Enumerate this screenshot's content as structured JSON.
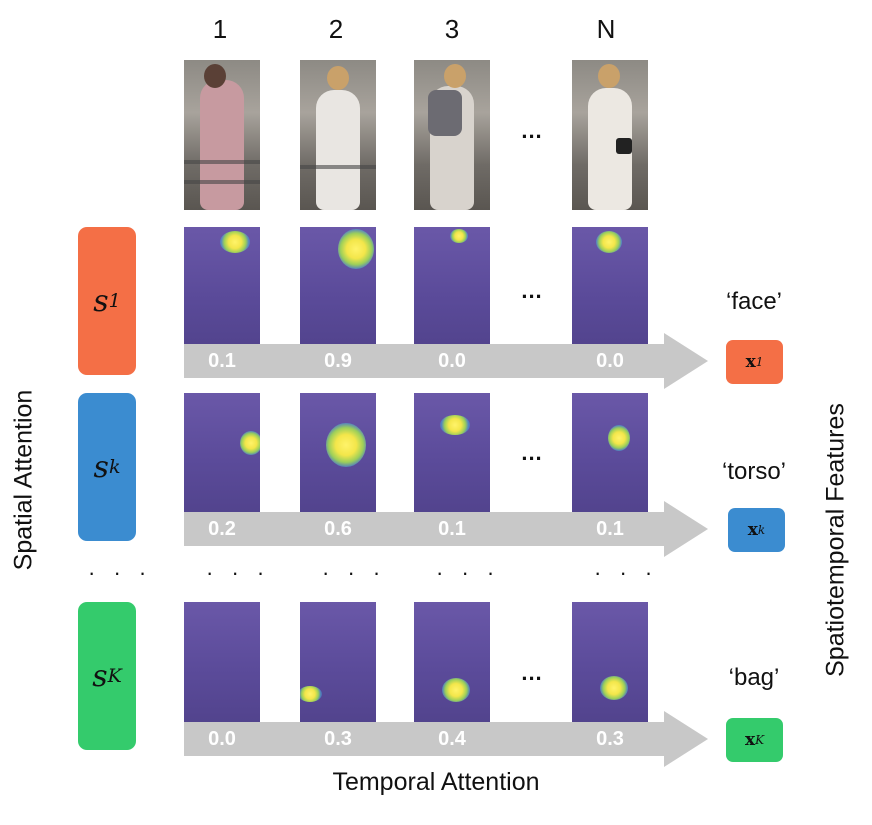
{
  "columns": [
    "1",
    "2",
    "3",
    "N"
  ],
  "row_ellipsis": "...",
  "frame_dots": "· · ·",
  "rows": [
    {
      "s_base": "s",
      "s_sub": "1",
      "feature_label": "‘face’",
      "x_base": "x",
      "x_sub": "1",
      "scores": [
        "0.1",
        "0.9",
        "0.0",
        "0.0"
      ],
      "color": "#F46F46"
    },
    {
      "s_base": "s",
      "s_sub": "k",
      "feature_label": "‘torso’",
      "x_base": "x",
      "x_sub": "k",
      "scores": [
        "0.2",
        "0.6",
        "0.1",
        "0.1"
      ],
      "color": "#3B8CD0"
    },
    {
      "s_base": "s",
      "s_sub": "K",
      "feature_label": "‘bag’",
      "x_base": "x",
      "x_sub": "K",
      "scores": [
        "0.0",
        "0.3",
        "0.4",
        "0.3"
      ],
      "color": "#34CB6C"
    }
  ],
  "left_axis_label": "Spatial Attention",
  "right_axis_label": "Spatiotemporal Features",
  "bottom_axis_label": "Temporal Attention",
  "middle_ellipsis": "· · ·"
}
